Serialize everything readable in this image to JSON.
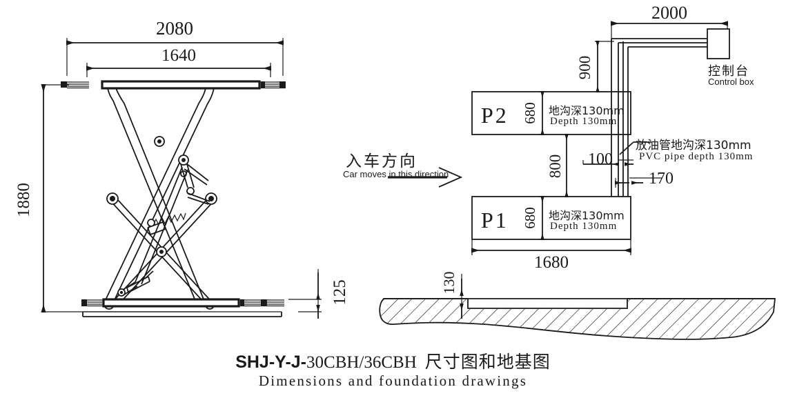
{
  "drawing": {
    "title_main_part1": "SHJ-Y-J-",
    "title_main_part2": "30CBH/36CBH",
    "title_main_part3": "尺寸图和地基图",
    "title_sub": "Dimensions and foundation drawings"
  },
  "side_view": {
    "name": "scissor-lift-side-elevation",
    "dimensions": {
      "overall_length": "2080",
      "platform_length": "1640",
      "max_height": "1880",
      "min_height": "125"
    }
  },
  "plan_view": {
    "name": "foundation-plan-view",
    "platform_p2_label": "P2",
    "platform_p1_label": "P1",
    "trench_depth_cn": "地沟深130mm",
    "trench_depth_en": "Depth 130mm",
    "control_box_cn": "控制台",
    "control_box_en": "Control box",
    "pvc_pipe_cn": "放油管地沟深130mm",
    "pvc_pipe_en": "PVC pipe depth 130mm",
    "dimensions": {
      "control_box_distance": "2000",
      "control_box_offset": "900",
      "platform_width": "680",
      "platform_gap": "800",
      "pipe_offset_100": "100",
      "pipe_offset_170": "170",
      "platform_length": "1680"
    }
  },
  "car_direction": {
    "cn": "入车方向",
    "en": "Car moves in this direction"
  },
  "ground_section": {
    "name": "ground-foundation-cross-section",
    "recess_depth": "130"
  },
  "colors": {
    "line": "#1a1a1a",
    "background": "#ffffff"
  }
}
